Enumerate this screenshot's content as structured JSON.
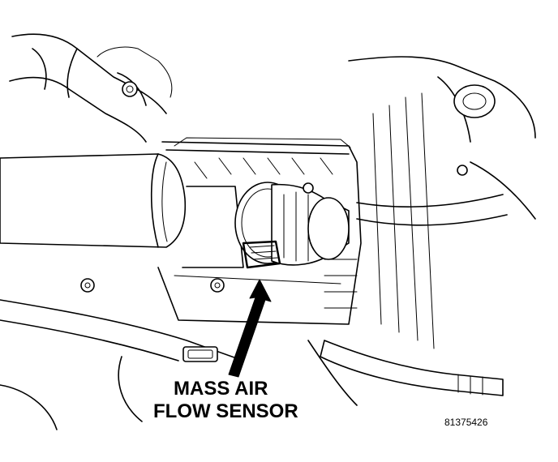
{
  "callout": {
    "line1": "MASS AIR",
    "line2": "FLOW SENSOR"
  },
  "figure_number": "81375426"
}
